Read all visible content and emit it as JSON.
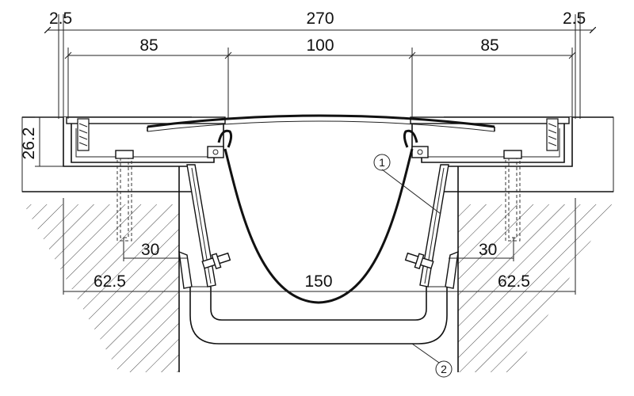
{
  "dimensions": {
    "top_left_offset": "2.5",
    "overall_width": "270",
    "top_right_offset": "2.5",
    "left_plate": "85",
    "center_cover": "100",
    "right_plate": "85",
    "slab_thickness": "26.2",
    "left_anchor_offset": "30",
    "right_anchor_offset": "30",
    "left_support": "62.5",
    "gap_width": "150",
    "right_support": "62.5"
  },
  "callouts": {
    "item_1": "1",
    "item_2": "2"
  },
  "colors": {
    "line": "#111111",
    "background": "#ffffff"
  }
}
